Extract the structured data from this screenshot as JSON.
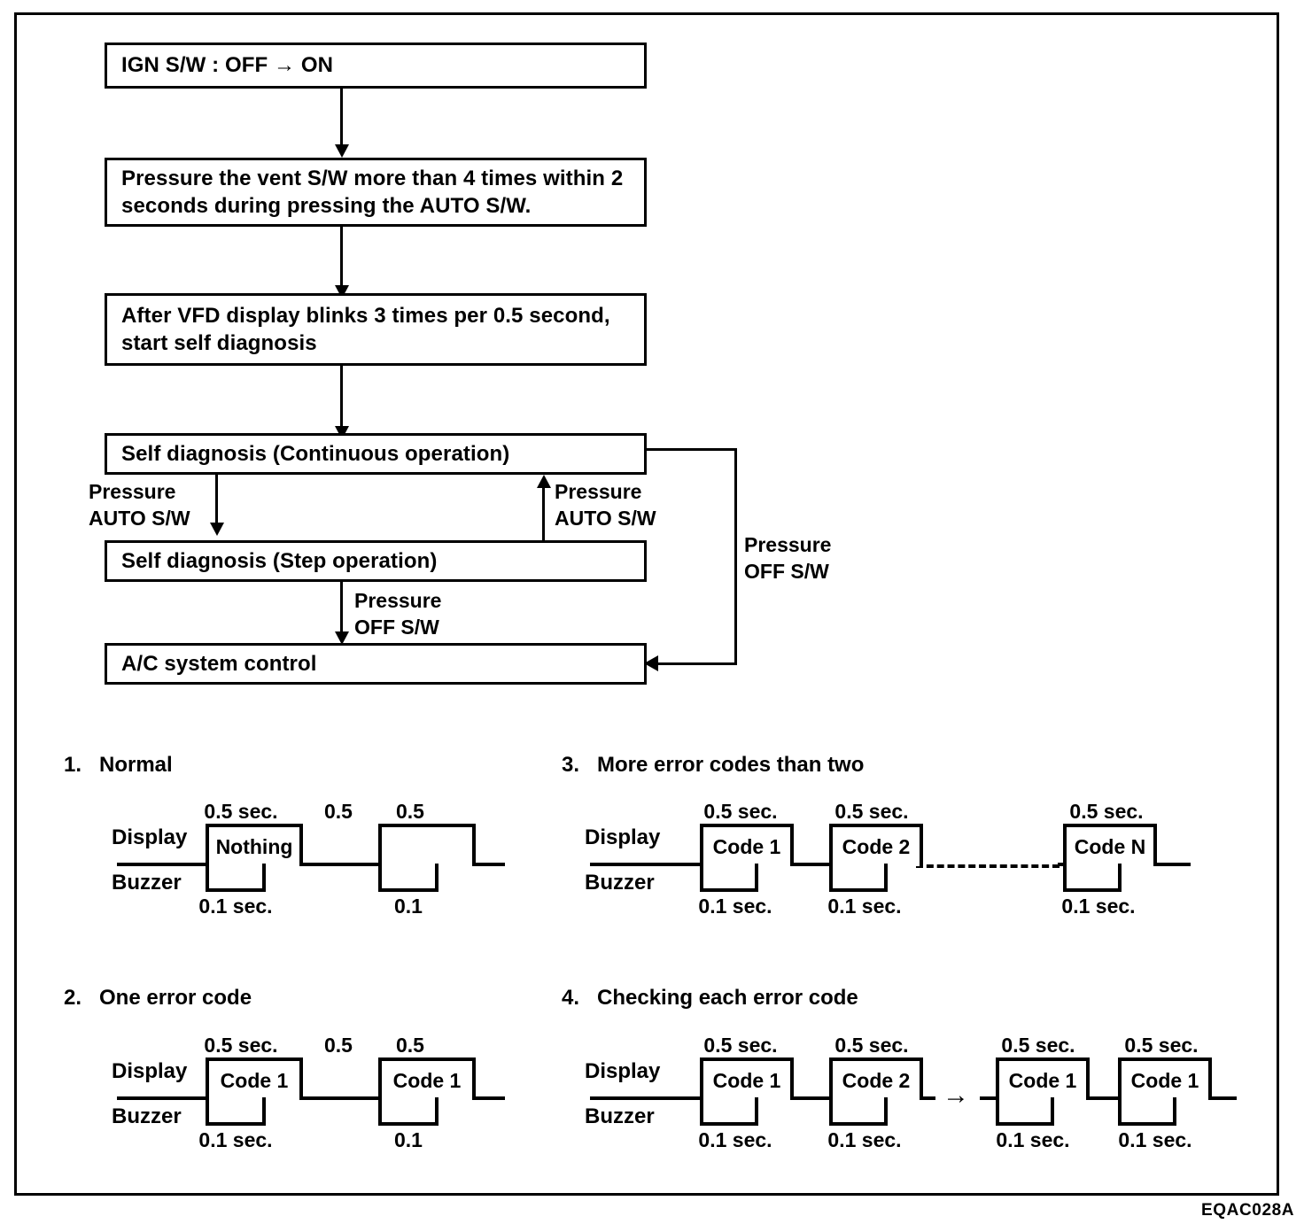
{
  "reference_code": "EQAC028A",
  "flowchart": {
    "nodes": [
      {
        "id": "ign",
        "text": "IGN S/W : OFF → ON"
      },
      {
        "id": "vent",
        "text": "Pressure the vent S/W more than 4 times within 2\nseconds during pressing the AUTO S/W."
      },
      {
        "id": "vfd",
        "text": "After VFD display blinks 3 times per 0.5 second,\nstart self diagnosis"
      },
      {
        "id": "continuous",
        "text": "Self diagnosis (Continuous operation)"
      },
      {
        "id": "step",
        "text": "Self diagnosis (Step operation)"
      },
      {
        "id": "ac",
        "text": "A/C system control"
      }
    ],
    "edge_labels": {
      "auto_sw_down": "Pressure\nAUTO S/W",
      "auto_sw_up": "Pressure\nAUTO S/W",
      "off_sw_step": "Pressure\nOFF S/W",
      "off_sw_loop": "Pressure\nOFF S/W"
    }
  },
  "timing": {
    "row_labels": {
      "display": "Display",
      "buzzer": "Buzzer"
    },
    "diagrams": [
      {
        "number": "1.",
        "title": "Normal",
        "pulses": [
          {
            "top_label": "0.5 sec.",
            "display_text": "Nothing",
            "bottom_label": "0.1 sec."
          },
          {
            "gap_label": "0.5"
          },
          {
            "top_label": "0.5",
            "display_text": "",
            "bottom_label": "0.1"
          }
        ]
      },
      {
        "number": "2.",
        "title": "One error code",
        "pulses": [
          {
            "top_label": "0.5 sec.",
            "display_text": "Code 1",
            "bottom_label": "0.1 sec."
          },
          {
            "gap_label": "0.5"
          },
          {
            "top_label": "0.5",
            "display_text": "Code 1",
            "bottom_label": "0.1"
          }
        ]
      },
      {
        "number": "3.",
        "title": "More error codes than two",
        "pulses": [
          {
            "top_label": "0.5 sec.",
            "display_text": "Code 1",
            "bottom_label": "0.1 sec."
          },
          {
            "top_label": "0.5 sec.",
            "display_text": "Code 2",
            "bottom_label": "0.1 sec."
          },
          {
            "top_label": "0.5 sec.",
            "display_text": "Code N",
            "bottom_label": "0.1 sec."
          }
        ]
      },
      {
        "number": "4.",
        "title": "Checking each error code",
        "separator": "→",
        "pulses": [
          {
            "top_label": "0.5 sec.",
            "display_text": "Code 1",
            "bottom_label": "0.1 sec."
          },
          {
            "top_label": "0.5 sec.",
            "display_text": "Code 2",
            "bottom_label": "0.1 sec."
          },
          {
            "top_label": "0.5 sec.",
            "display_text": "Code 1",
            "bottom_label": "0.1 sec."
          },
          {
            "top_label": "0.5 sec.",
            "display_text": "Code 1",
            "bottom_label": "0.1 sec."
          }
        ]
      }
    ]
  }
}
